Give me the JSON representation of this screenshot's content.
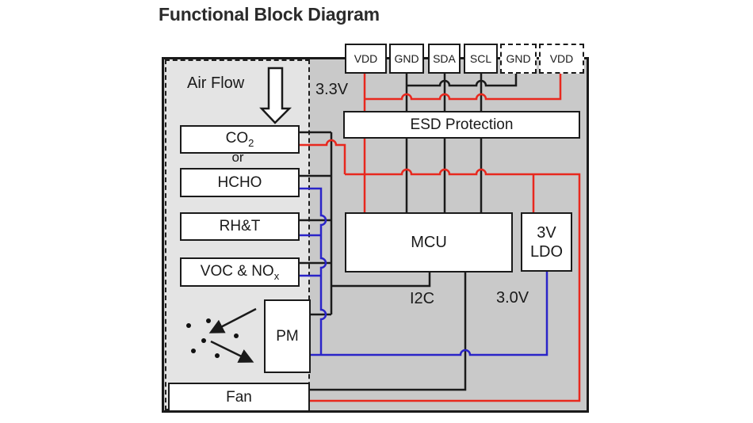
{
  "title": "Functional Block Diagram",
  "colors": {
    "wire_red": "#e8281e",
    "wire_blue": "#2a24c8",
    "wire_black": "#1a1a1a",
    "board_fill": "#c9c9c9",
    "airflow_fill": "#e4e4e4",
    "block_fill": "#ffffff"
  },
  "pins": [
    {
      "label": "VDD",
      "style": "solid"
    },
    {
      "label": "GND",
      "style": "solid"
    },
    {
      "label": "SDA",
      "style": "solid"
    },
    {
      "label": "SCL",
      "style": "solid"
    },
    {
      "label": "GND",
      "style": "dashed"
    },
    {
      "label": "VDD",
      "style": "dashed"
    }
  ],
  "blocks": {
    "esd": "ESD Protection",
    "mcu": "MCU",
    "ldo_line1": "3V",
    "ldo_line2": "LDO",
    "co2_main": "CO",
    "co2_sub": "2",
    "hcho": "HCHO",
    "rht": "RH&T",
    "voc_main": "VOC & NO",
    "voc_sub": "x",
    "pm": "PM",
    "fan": "Fan"
  },
  "labels": {
    "air_flow": "Air Flow",
    "or": "or",
    "rail_3v3": "3.3V",
    "i2c_bus": "I2C",
    "rail_3v0": "3.0V"
  }
}
